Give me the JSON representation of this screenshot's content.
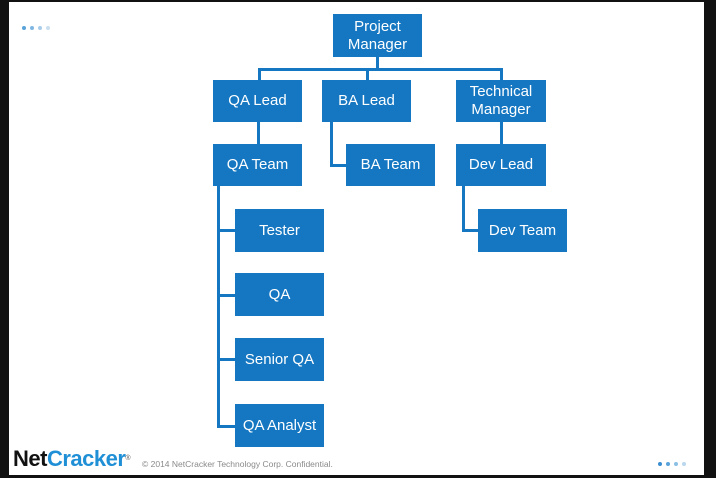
{
  "nodes": {
    "project_manager": "Project\nManager",
    "qa_lead": "QA Lead",
    "ba_lead": "BA Lead",
    "technical_manager": "Technical\nManager",
    "qa_team": "QA Team",
    "ba_team": "BA Team",
    "dev_lead": "Dev Lead",
    "dev_team": "Dev Team",
    "tester": "Tester",
    "qa": "QA",
    "senior_qa": "Senior QA",
    "qa_analyst": "QA Analyst"
  },
  "footer": {
    "logo_net": "Net",
    "logo_cracker": "Cracker",
    "logo_mark": "®",
    "copyright": "© 2014 NetCracker Technology Corp. Confidential."
  },
  "colors": {
    "node_fill": "#1577c1",
    "node_text": "#ffffff",
    "logo_accent": "#1f8fd6",
    "dots_top": "#9fc6e6",
    "dots_bottom": "#5aa3d9"
  }
}
